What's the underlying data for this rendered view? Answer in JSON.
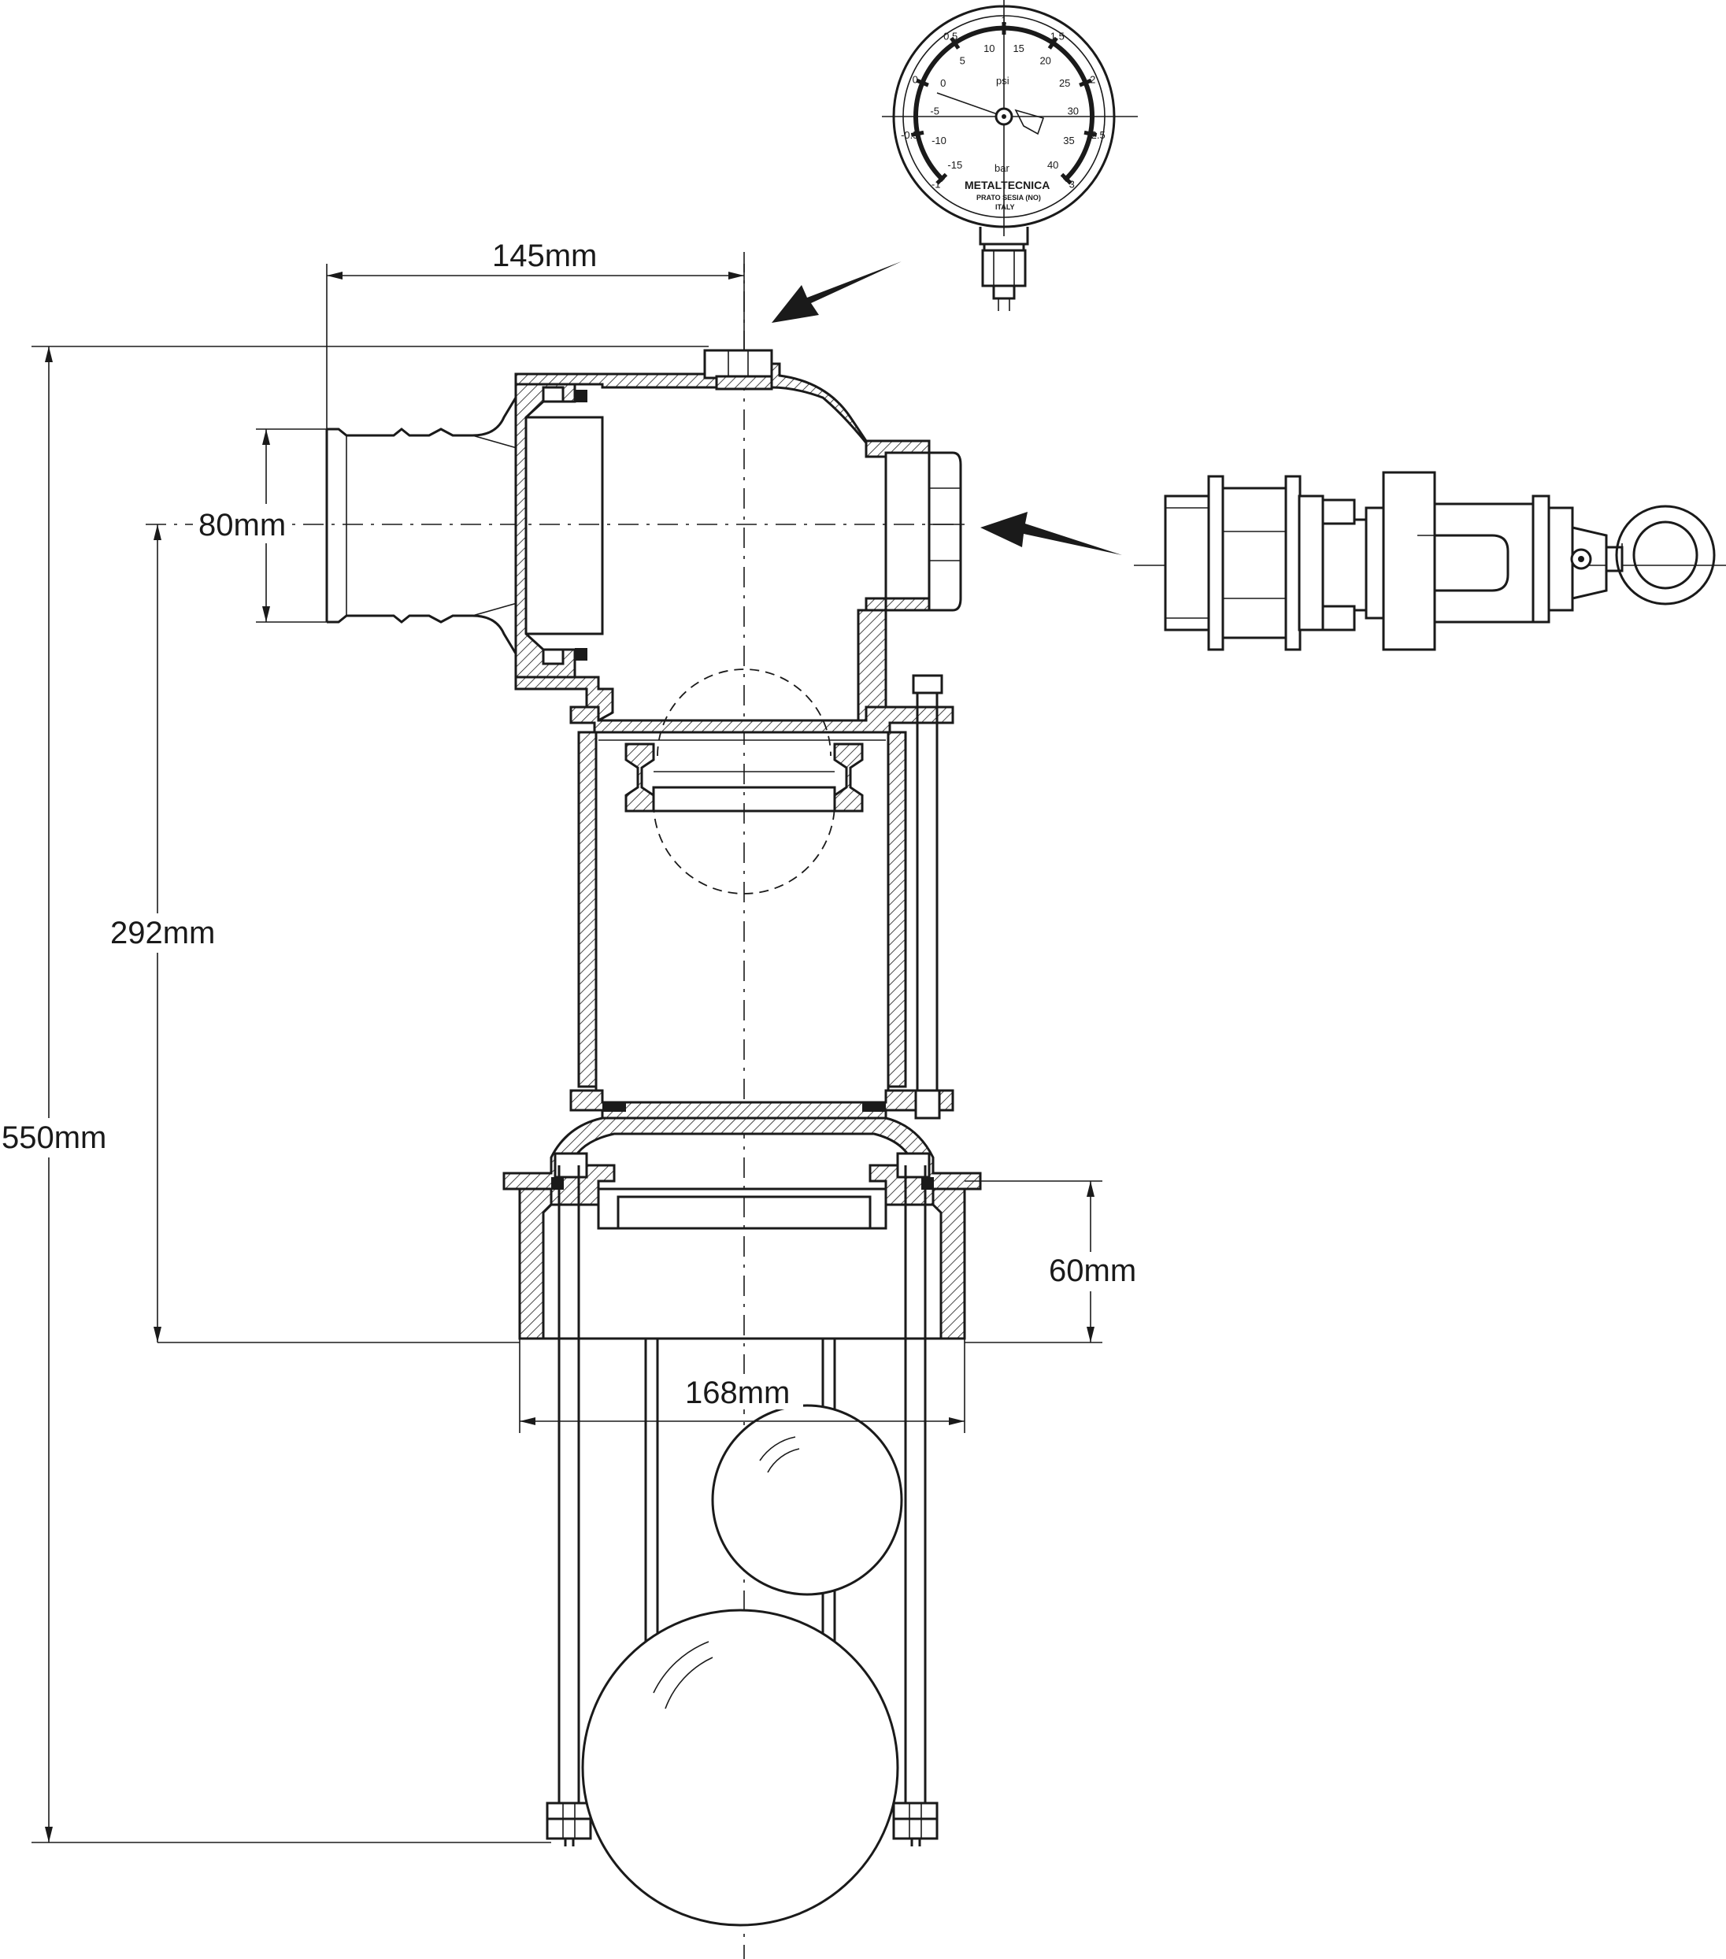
{
  "dimensions": {
    "width_top": "145mm",
    "inlet_diameter": "80mm",
    "height_body": "292mm",
    "height_total": "550mm",
    "flange_height": "60mm",
    "flange_width": "168mm"
  },
  "gauge": {
    "unit_psi": "psi",
    "unit_bar": "bar",
    "brand": "METALTECNICA",
    "location": "PRATO SESIA (NO)",
    "country": "ITALY",
    "bar_scale": [
      "-1",
      "-0.5",
      "0",
      "0.5",
      "1",
      "1.5",
      "2",
      "2.5",
      "3"
    ],
    "psi_scale": [
      "-15",
      "-10",
      "-5",
      "0",
      "5",
      "10",
      "15",
      "20",
      "25",
      "30",
      "35",
      "40"
    ]
  },
  "colors": {
    "line": "#1a1a1a",
    "background": "#ffffff"
  }
}
